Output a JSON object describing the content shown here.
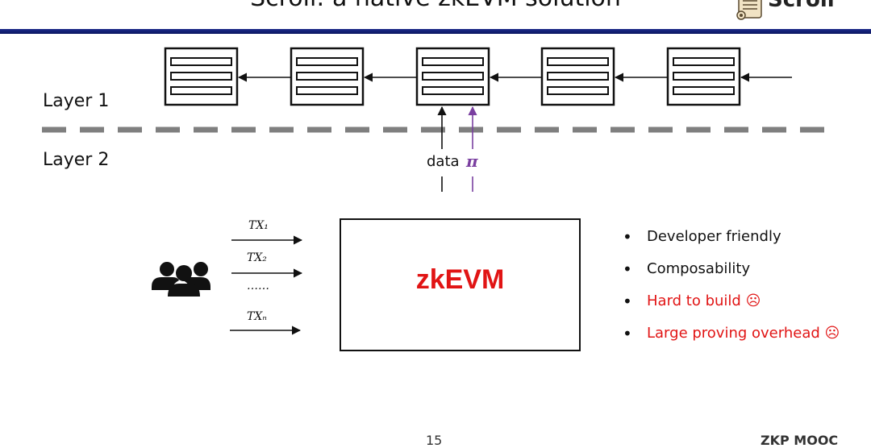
{
  "slide": {
    "title": "Scroll: a native zkEVM solution",
    "logo_text": "Scroll",
    "page_number": "15",
    "footer_brand": "ZKP MOOC"
  },
  "layers": {
    "layer1": "Layer 1",
    "layer2": "Layer 2"
  },
  "connection": {
    "data_label": "data",
    "proof_symbol": "π"
  },
  "zkevm": {
    "label": "zkEVM"
  },
  "transactions": {
    "tx1": "TX₁",
    "tx2": "TX₂",
    "ellipsis": "……",
    "txn": "TXₙ"
  },
  "bullets": [
    {
      "text": "Developer friendly",
      "color": "#111111"
    },
    {
      "text": "Composability",
      "color": "#111111"
    },
    {
      "text": "Hard to build ☹",
      "color": "#e11414"
    },
    {
      "text": "Large proving overhead ☹",
      "color": "#e11414"
    }
  ],
  "colors": {
    "accent_rule": "#1c2a8a",
    "proof_arrow": "#7a3fa0",
    "zkevm_text": "#e11414",
    "dashed_line": "#7f7f7f"
  },
  "icons": {
    "users": "users-group-icon",
    "logo": "scroll-logo-icon"
  }
}
